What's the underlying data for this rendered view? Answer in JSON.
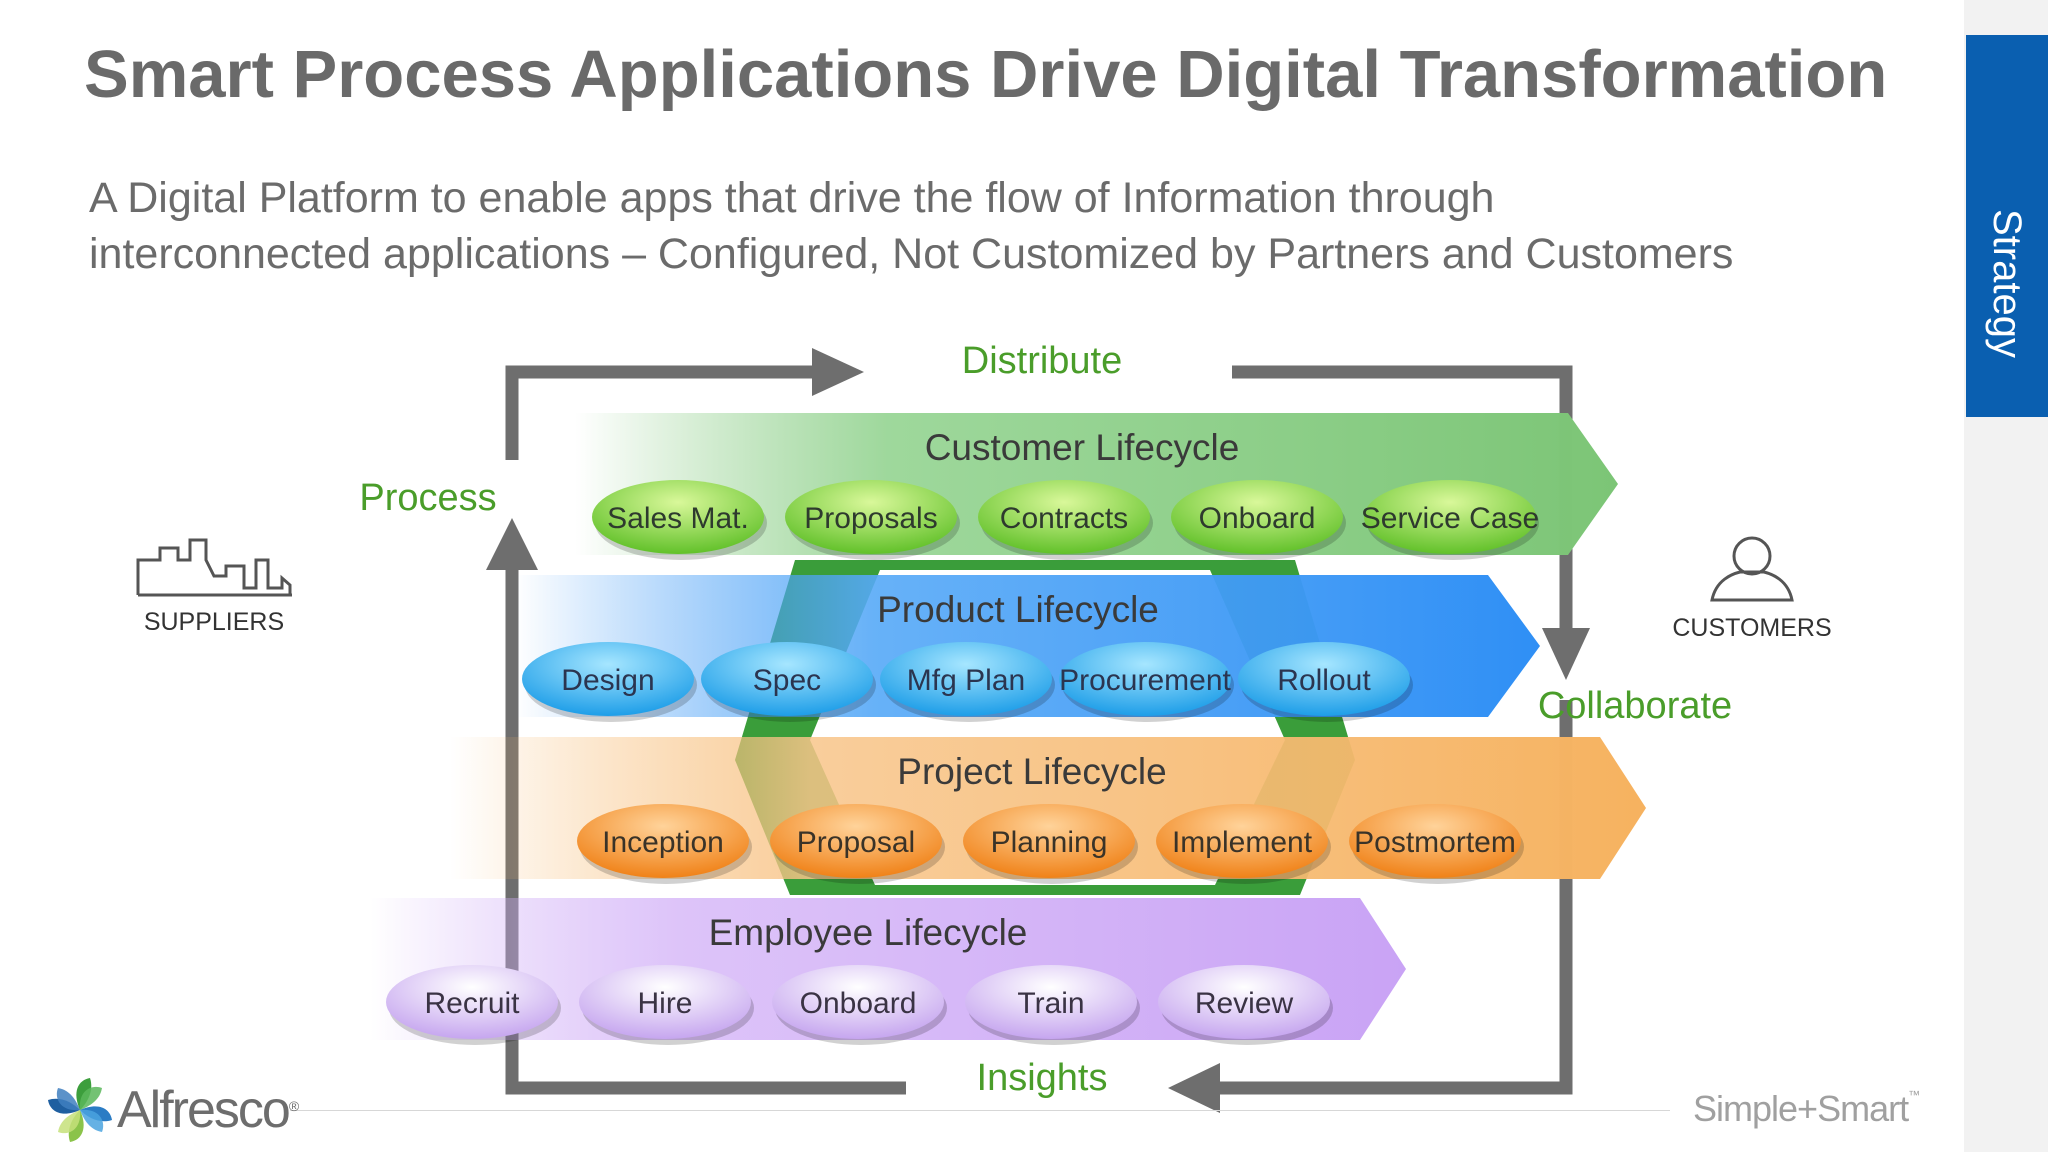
{
  "slide": {
    "title": "Smart Process Applications Drive Digital Transformation",
    "subtitle_line1": "A Digital Platform to enable apps that drive the flow of Information through",
    "subtitle_line2": "interconnected applications – Configured, Not Customized by Partners and Customers",
    "side_tab": "Strategy"
  },
  "cycle": {
    "distribute": "Distribute",
    "process": "Process",
    "collaborate": "Collaborate",
    "insights": "Insights"
  },
  "endpoints": {
    "suppliers": "SUPPLIERS",
    "customers": "CUSTOMERS"
  },
  "lifecycles": [
    {
      "title": "Customer Lifecycle",
      "color": "#7cc576",
      "steps": [
        "Sales Mat.",
        "Proposals",
        "Contracts",
        "Onboard",
        "Service Case"
      ]
    },
    {
      "title": "Product Lifecycle",
      "color": "#2f8ff5",
      "steps": [
        "Design",
        "Spec",
        "Mfg Plan",
        "Procurement",
        "Rollout"
      ]
    },
    {
      "title": "Project Lifecycle",
      "color": "#f6b25f",
      "steps": [
        "Inception",
        "Proposal",
        "Planning",
        "Implement",
        "Postmortem"
      ]
    },
    {
      "title": "Employee Lifecycle",
      "color": "#c9a3f5",
      "steps": [
        "Recruit",
        "Hire",
        "Onboard",
        "Train",
        "Review"
      ]
    }
  ],
  "footer": {
    "logo_text": "Alfresco",
    "logo_mark": "®",
    "tagline": "Simple+Smart",
    "tagline_mark": "™"
  }
}
